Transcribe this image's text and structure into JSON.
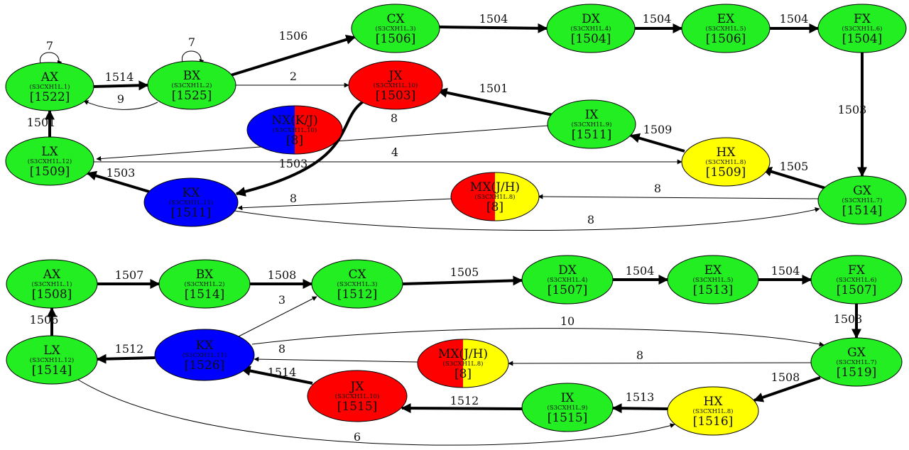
{
  "colors": {
    "green": "#22ee22",
    "red": "#ff0000",
    "blue": "#0000ff",
    "yellow": "#ffff00",
    "edge": "#000000"
  },
  "graphs": [
    {
      "nodes": [
        {
          "id": "AX",
          "name": "AX",
          "sub": "(S3CXH1L.1)",
          "val": "[1522]",
          "fill": [
            "green"
          ]
        },
        {
          "id": "BX",
          "name": "BX",
          "sub": "(S3CXH1L.2)",
          "val": "[1525]",
          "fill": [
            "green"
          ]
        },
        {
          "id": "CX",
          "name": "CX",
          "sub": "(S3CXH1L.3)",
          "val": "[1506]",
          "fill": [
            "green"
          ]
        },
        {
          "id": "DX",
          "name": "DX",
          "sub": "(S3CXH1L.4)",
          "val": "[1504]",
          "fill": [
            "green"
          ]
        },
        {
          "id": "EX",
          "name": "EX",
          "sub": "(S3CXH1L.5)",
          "val": "[1506]",
          "fill": [
            "green"
          ]
        },
        {
          "id": "FX",
          "name": "FX",
          "sub": "(S3CXH1L.6)",
          "val": "[1504]",
          "fill": [
            "green"
          ]
        },
        {
          "id": "JX",
          "name": "JX",
          "sub": "(S3CXH1L.10)",
          "val": "[1503]",
          "fill": [
            "red"
          ]
        },
        {
          "id": "NX",
          "name": "NX(K/J)",
          "sub": "(S3CXH1L.10)",
          "val": "[8]",
          "fill": [
            "blue",
            "red"
          ]
        },
        {
          "id": "IX",
          "name": "IX",
          "sub": "(S3CXH1L.9)",
          "val": "[1511]",
          "fill": [
            "green"
          ]
        },
        {
          "id": "LX",
          "name": "LX",
          "sub": "(S3CXH1L.12)",
          "val": "[1509]",
          "fill": [
            "green"
          ]
        },
        {
          "id": "HX",
          "name": "HX",
          "sub": "(S3CXH1L.8)",
          "val": "[1509]",
          "fill": [
            "yellow"
          ]
        },
        {
          "id": "KX",
          "name": "KX",
          "sub": "(S3CXH1L.11)",
          "val": "[1511]",
          "fill": [
            "blue"
          ]
        },
        {
          "id": "MX",
          "name": "MX(J/H)",
          "sub": "(S3CXH1L.8)",
          "val": "[8]",
          "fill": [
            "red",
            "yellow"
          ]
        },
        {
          "id": "GX",
          "name": "GX",
          "sub": "(S3CXH1L.7)",
          "val": "[1514]",
          "fill": [
            "green"
          ]
        }
      ],
      "edges": [
        {
          "from": "AX",
          "to": "AX",
          "label": "7",
          "weight": "thin"
        },
        {
          "from": "BX",
          "to": "BX",
          "label": "7",
          "weight": "thin"
        },
        {
          "from": "AX",
          "to": "BX",
          "label": "1514",
          "weight": "thick"
        },
        {
          "from": "BX",
          "to": "AX",
          "label": "9",
          "weight": "thin"
        },
        {
          "from": "BX",
          "to": "CX",
          "label": "1506",
          "weight": "thick"
        },
        {
          "from": "BX",
          "to": "JX",
          "label": "2",
          "weight": "thin"
        },
        {
          "from": "CX",
          "to": "DX",
          "label": "1504",
          "weight": "thick"
        },
        {
          "from": "DX",
          "to": "EX",
          "label": "1504",
          "weight": "thick"
        },
        {
          "from": "EX",
          "to": "FX",
          "label": "1504",
          "weight": "thick"
        },
        {
          "from": "FX",
          "to": "GX",
          "label": "1503",
          "weight": "thick"
        },
        {
          "from": "IX",
          "to": "JX",
          "label": "1501",
          "weight": "thick"
        },
        {
          "from": "IX",
          "to": "LX",
          "label": "8",
          "weight": "thin"
        },
        {
          "from": "HX",
          "to": "IX",
          "label": "1509",
          "weight": "thick"
        },
        {
          "from": "GX",
          "to": "HX",
          "label": "1505",
          "weight": "thick"
        },
        {
          "from": "LX",
          "to": "AX",
          "label": "1501",
          "weight": "thick"
        },
        {
          "from": "LX",
          "to": "HX",
          "label": "4",
          "weight": "thin"
        },
        {
          "from": "JX",
          "to": "KX",
          "label": "1503",
          "weight": "thick"
        },
        {
          "from": "KX",
          "to": "LX",
          "label": "1503",
          "weight": "thick"
        },
        {
          "from": "MX",
          "to": "KX",
          "label": "8",
          "weight": "thin"
        },
        {
          "from": "GX",
          "to": "MX",
          "label": "8",
          "weight": "thin"
        },
        {
          "from": "KX",
          "to": "GX",
          "label": "8",
          "weight": "thin"
        }
      ]
    },
    {
      "nodes": [
        {
          "id": "AX",
          "name": "AX",
          "sub": "(S3CXH1L.1)",
          "val": "[1508]",
          "fill": [
            "green"
          ]
        },
        {
          "id": "BX",
          "name": "BX",
          "sub": "(S3CXH1L.2)",
          "val": "[1514]",
          "fill": [
            "green"
          ]
        },
        {
          "id": "CX",
          "name": "CX",
          "sub": "(S3CXH1L.3)",
          "val": "[1512]",
          "fill": [
            "green"
          ]
        },
        {
          "id": "DX",
          "name": "DX",
          "sub": "(S3CXH1L.4)",
          "val": "[1507]",
          "fill": [
            "green"
          ]
        },
        {
          "id": "EX",
          "name": "EX",
          "sub": "(S3CXH1L.5)",
          "val": "[1513]",
          "fill": [
            "green"
          ]
        },
        {
          "id": "FX",
          "name": "FX",
          "sub": "(S3CXH1L.6)",
          "val": "[1507]",
          "fill": [
            "green"
          ]
        },
        {
          "id": "LX",
          "name": "LX",
          "sub": "(S3CXH1L.12)",
          "val": "[1514]",
          "fill": [
            "green"
          ]
        },
        {
          "id": "KX",
          "name": "KX",
          "sub": "(S3CXH1L.11)",
          "val": "[1526]",
          "fill": [
            "blue"
          ]
        },
        {
          "id": "MX",
          "name": "MX(J/H)",
          "sub": "(S3CXH1L.8)",
          "val": "[8]",
          "fill": [
            "red",
            "yellow"
          ]
        },
        {
          "id": "GX",
          "name": "GX",
          "sub": "(S3CXH1L.7)",
          "val": "[1519]",
          "fill": [
            "green"
          ]
        },
        {
          "id": "JX",
          "name": "JX",
          "sub": "(S3CXH1L.10)",
          "val": "[1515]",
          "fill": [
            "red"
          ]
        },
        {
          "id": "IX",
          "name": "IX",
          "sub": "(S3CXH1L.9)",
          "val": "[1515]",
          "fill": [
            "green"
          ]
        },
        {
          "id": "HX",
          "name": "HX",
          "sub": "(S3CXH1L.8)",
          "val": "[1516]",
          "fill": [
            "yellow"
          ]
        }
      ],
      "edges": [
        {
          "from": "AX",
          "to": "BX",
          "label": "1507",
          "weight": "thick"
        },
        {
          "from": "BX",
          "to": "CX",
          "label": "1508",
          "weight": "thick"
        },
        {
          "from": "CX",
          "to": "DX",
          "label": "1505",
          "weight": "thick"
        },
        {
          "from": "DX",
          "to": "EX",
          "label": "1504",
          "weight": "thick"
        },
        {
          "from": "EX",
          "to": "FX",
          "label": "1504",
          "weight": "thick"
        },
        {
          "from": "FX",
          "to": "GX",
          "label": "1503",
          "weight": "thick"
        },
        {
          "from": "LX",
          "to": "AX",
          "label": "1506",
          "weight": "thick"
        },
        {
          "from": "KX",
          "to": "CX",
          "label": "3",
          "weight": "thin"
        },
        {
          "from": "KX",
          "to": "GX",
          "label": "10",
          "weight": "thin"
        },
        {
          "from": "KX",
          "to": "LX",
          "label": "1512",
          "weight": "thick"
        },
        {
          "from": "MX",
          "to": "KX",
          "label": "8",
          "weight": "thin"
        },
        {
          "from": "GX",
          "to": "MX",
          "label": "8",
          "weight": "thin"
        },
        {
          "from": "GX",
          "to": "HX",
          "label": "1508",
          "weight": "thick"
        },
        {
          "from": "JX",
          "to": "KX",
          "label": "1514",
          "weight": "thick"
        },
        {
          "from": "IX",
          "to": "JX",
          "label": "1512",
          "weight": "thick"
        },
        {
          "from": "HX",
          "to": "IX",
          "label": "1513",
          "weight": "thick"
        },
        {
          "from": "LX",
          "to": "HX",
          "label": "6",
          "weight": "thin"
        }
      ]
    }
  ]
}
